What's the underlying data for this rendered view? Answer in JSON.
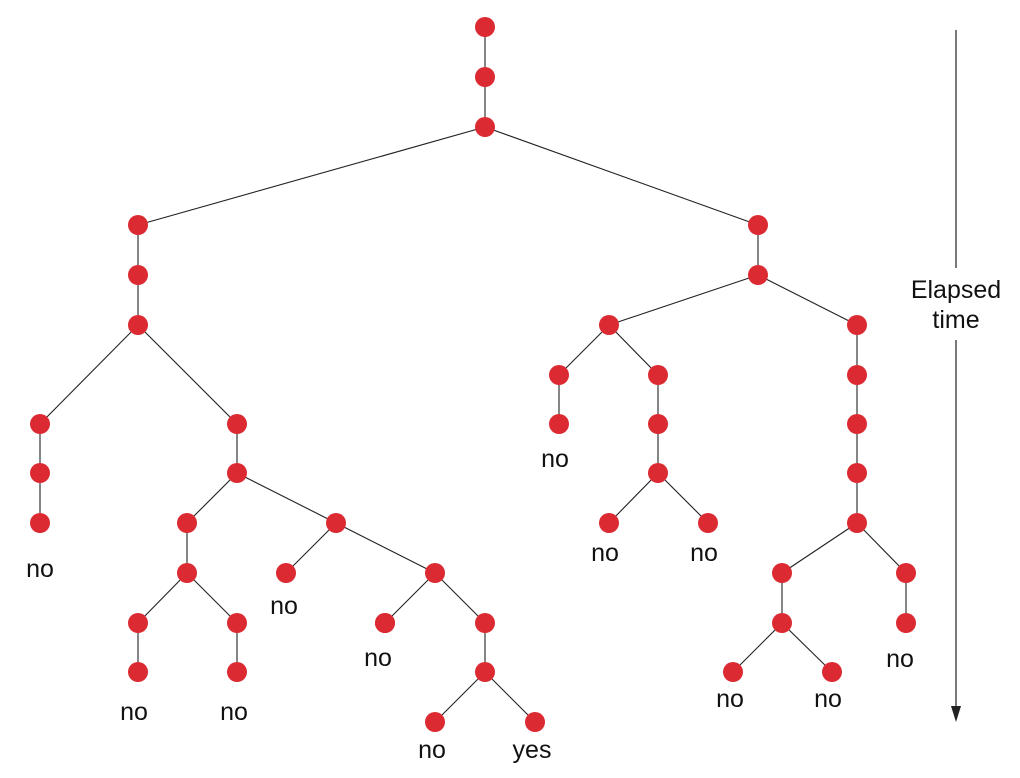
{
  "colors": {
    "node": "#dc2a32",
    "edge": "#222222",
    "text": "#111111"
  },
  "tree": {
    "nodes": [
      {
        "id": "n1"
      },
      {
        "id": "n2"
      },
      {
        "id": "n3"
      },
      {
        "id": "L1"
      },
      {
        "id": "L2"
      },
      {
        "id": "L3"
      },
      {
        "id": "LL1"
      },
      {
        "id": "LL2"
      },
      {
        "id": "LL3",
        "label": "no"
      },
      {
        "id": "LR1"
      },
      {
        "id": "LR2"
      },
      {
        "id": "a1"
      },
      {
        "id": "a2"
      },
      {
        "id": "a3"
      },
      {
        "id": "a4",
        "label": "no"
      },
      {
        "id": "a5"
      },
      {
        "id": "a6",
        "label": "no"
      },
      {
        "id": "b1"
      },
      {
        "id": "b2",
        "label": "no"
      },
      {
        "id": "b3"
      },
      {
        "id": "b4"
      },
      {
        "id": "b5",
        "label": "no"
      },
      {
        "id": "b6"
      },
      {
        "id": "b7"
      },
      {
        "id": "b8",
        "label": "no"
      },
      {
        "id": "b9",
        "label": "yes"
      },
      {
        "id": "R1"
      },
      {
        "id": "R2"
      },
      {
        "id": "RL"
      },
      {
        "id": "RL1"
      },
      {
        "id": "RL2",
        "label": "no"
      },
      {
        "id": "RM1"
      },
      {
        "id": "RM2"
      },
      {
        "id": "RM3"
      },
      {
        "id": "RM4",
        "label": "no"
      },
      {
        "id": "RM5",
        "label": "no"
      },
      {
        "id": "RR1"
      },
      {
        "id": "RR2"
      },
      {
        "id": "RR3"
      },
      {
        "id": "RR4"
      },
      {
        "id": "RR5"
      },
      {
        "id": "c1"
      },
      {
        "id": "c2"
      },
      {
        "id": "c3",
        "label": "no"
      },
      {
        "id": "c4",
        "label": "no"
      },
      {
        "id": "d1"
      },
      {
        "id": "d2",
        "label": "no"
      }
    ],
    "edges": [
      [
        "n1",
        "n2"
      ],
      [
        "n2",
        "n3"
      ],
      [
        "n3",
        "L1"
      ],
      [
        "n3",
        "R1"
      ],
      [
        "L1",
        "L2"
      ],
      [
        "L2",
        "L3"
      ],
      [
        "L3",
        "LL1"
      ],
      [
        "L3",
        "LR1"
      ],
      [
        "LL1",
        "LL2"
      ],
      [
        "LL2",
        "LL3"
      ],
      [
        "LR1",
        "LR2"
      ],
      [
        "LR2",
        "a1"
      ],
      [
        "LR2",
        "b1"
      ],
      [
        "a1",
        "a2"
      ],
      [
        "a2",
        "a3"
      ],
      [
        "a2",
        "a5"
      ],
      [
        "a3",
        "a4"
      ],
      [
        "a5",
        "a6"
      ],
      [
        "b1",
        "b2"
      ],
      [
        "b1",
        "b3"
      ],
      [
        "b3",
        "b4"
      ],
      [
        "b3",
        "b6"
      ],
      [
        "b4",
        "b5"
      ],
      [
        "b6",
        "b7"
      ],
      [
        "b7",
        "b8"
      ],
      [
        "b7",
        "b9"
      ],
      [
        "R1",
        "R2"
      ],
      [
        "R2",
        "RL"
      ],
      [
        "R2",
        "RR1"
      ],
      [
        "RL",
        "RL1"
      ],
      [
        "RL",
        "RM1"
      ],
      [
        "RL1",
        "RL2"
      ],
      [
        "RM1",
        "RM2"
      ],
      [
        "RM2",
        "RM3"
      ],
      [
        "RM3",
        "RM4"
      ],
      [
        "RM3",
        "RM5"
      ],
      [
        "RR1",
        "RR2"
      ],
      [
        "RR2",
        "RR3"
      ],
      [
        "RR3",
        "RR4"
      ],
      [
        "RR4",
        "RR5"
      ],
      [
        "RR5",
        "c1"
      ],
      [
        "RR5",
        "d1"
      ],
      [
        "c1",
        "c2"
      ],
      [
        "c2",
        "c3"
      ],
      [
        "c2",
        "c4"
      ],
      [
        "d1",
        "d2"
      ]
    ]
  },
  "axis": {
    "label_line1": "Elapsed",
    "label_line2": "time"
  }
}
